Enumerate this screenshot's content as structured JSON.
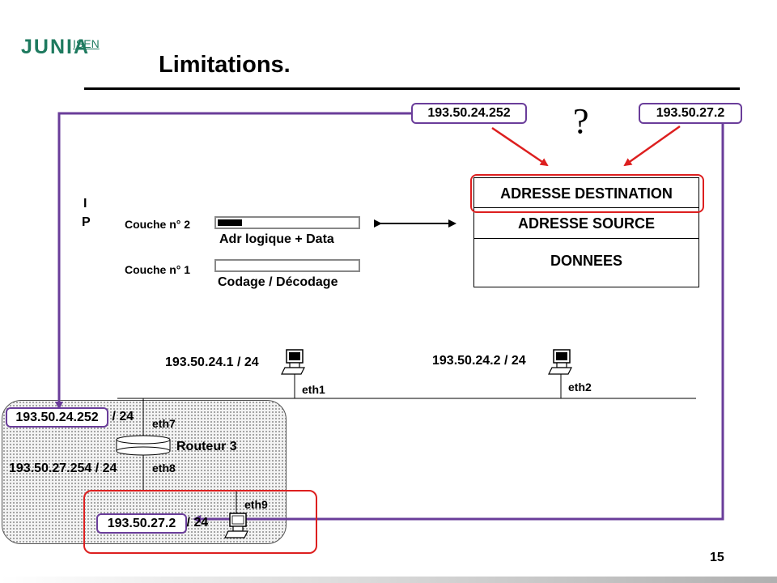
{
  "logo": {
    "brand": "JUNIA",
    "sub": "ISEN"
  },
  "slide": {
    "title": "Limitations.",
    "page_number": "15"
  },
  "header": {
    "ip_left": "193.50.24.252",
    "ip_right": "193.50.27.2",
    "question": "?"
  },
  "layers": {
    "ip_letters": [
      "I",
      "P"
    ],
    "couche2_label": "Couche n° 2",
    "couche2_caption": "Adr logique + Data",
    "couche1_label": "Couche n° 1",
    "couche1_caption": "Codage / Décodage"
  },
  "packet": {
    "dest": "ADRESSE DESTINATION",
    "source": "ADRESSE SOURCE",
    "data": "DONNEES"
  },
  "network": {
    "host1_ip": "193.50.24.1 / 24",
    "host1_if": "eth1",
    "host2_ip": "193.50.24.2 / 24",
    "host2_if": "eth2",
    "router_name": "Routeur 3",
    "router_ip1": "193.50.24.252",
    "router_ip1_mask": " / 24",
    "router_if1": "eth7",
    "router_ip2": "193.50.27.254 / 24",
    "router_if2": "eth8",
    "host3_if": "eth9",
    "host3_ip": "193.50.27.2",
    "host3_mask": " / 24"
  },
  "colors": {
    "purple": "#6a3d9a",
    "red": "#dd1f1f",
    "brand_green": "#1e7a5f"
  }
}
